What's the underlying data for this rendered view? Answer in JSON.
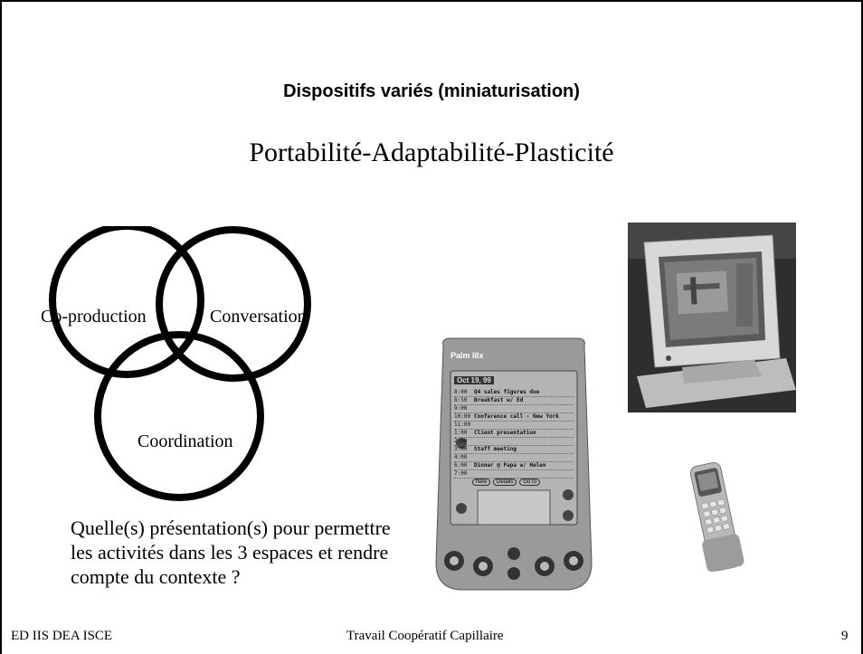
{
  "slide": {
    "title": "Dispositifs variés (miniaturisation)",
    "subtitle": "Portabilité-Adaptabilité-Plasticité"
  },
  "venn": {
    "left": "Co-production",
    "right": "Conversation",
    "bottom": "Coordination"
  },
  "question": "Quelle(s) présentation(s) pour permettre les activités dans les 3 espaces et rendre compte du contexte ?",
  "pda": {
    "brand": "Palm IIIx",
    "date": "Oct 19, 99",
    "agenda": [
      {
        "time": "8:00",
        "text": "Q4 sales figures due"
      },
      {
        "time": "8:50",
        "text": "Breakfast w/ Ed"
      },
      {
        "time": "9:00",
        "text": ""
      },
      {
        "time": "10:00",
        "text": "Conference call - New York"
      },
      {
        "time": "11:00",
        "text": ""
      },
      {
        "time": "1:00",
        "text": "Client presentation"
      },
      {
        "time": "2:00",
        "text": ""
      },
      {
        "time": "3:00",
        "text": "Staff meeting"
      },
      {
        "time": "4:00",
        "text": ""
      },
      {
        "time": "6:00",
        "text": "Dinner @ Papa w/ Helen"
      },
      {
        "time": "7:00",
        "text": ""
      }
    ],
    "buttons": [
      "New",
      "Details",
      "Go to"
    ]
  },
  "footer": {
    "left": "ED IIS DEA ISCE",
    "center": "Travail Coopératif Capillaire",
    "page": "9"
  }
}
